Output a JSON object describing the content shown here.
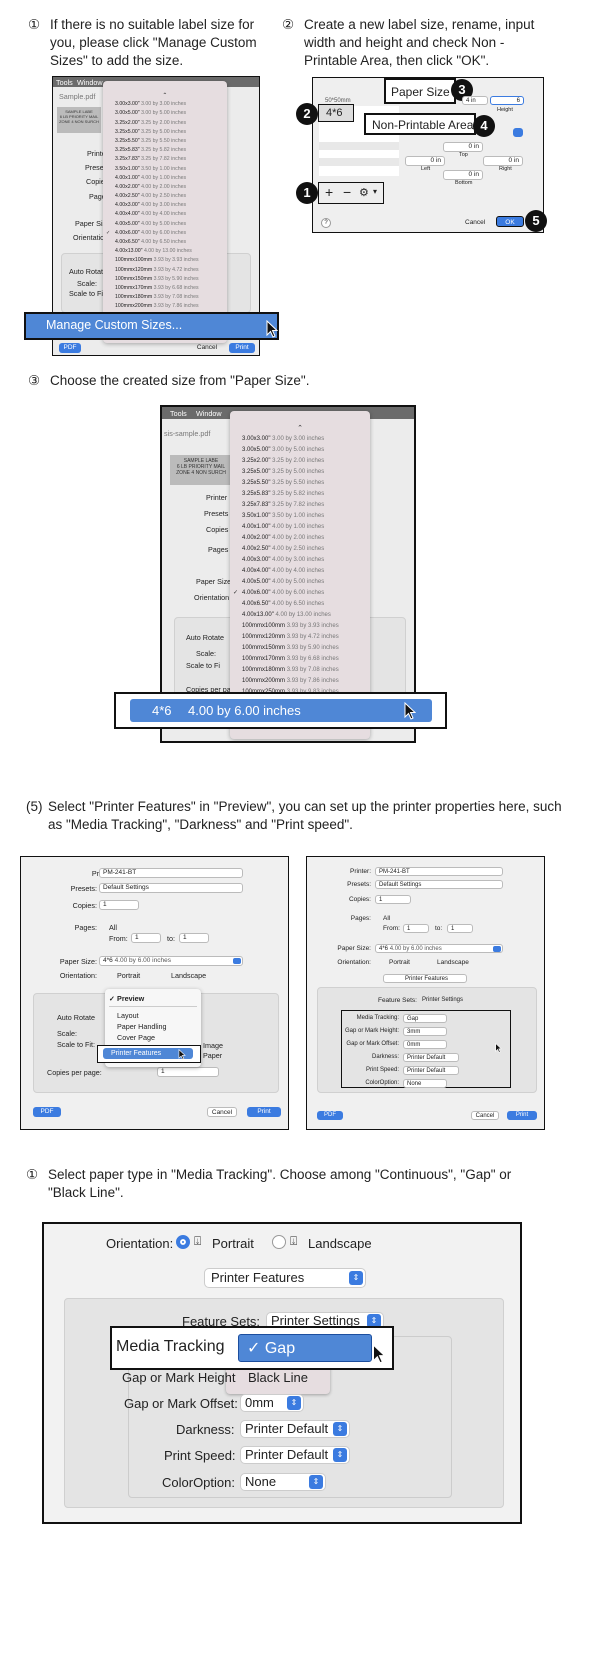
{
  "steps": {
    "s1": {
      "num": "①",
      "text": "If there is no suitable label size for you, please click \"Manage Custom Sizes\" to add the size."
    },
    "s2": {
      "num": "②",
      "text": "Create a new label size, rename, input width and height and check Non -Printable Area, then click \"OK\"."
    },
    "s3": {
      "num": "③",
      "text": "Choose the created size from \"Paper Size\"."
    },
    "s5": {
      "num": "(5)",
      "text": "Select \"Printer Features\" in \"Preview\", you can set up the printer properties here, such as \"Media Tracking\", \"Darkness\" and \"Print speed\"."
    },
    "s6": {
      "num": "①",
      "text": "Select paper type in \"Media Tracking\". Choose among \"Continuous\", \"Gap\" or \"Black Line\"."
    }
  },
  "menubar": {
    "tools": "Tools",
    "window": "Window"
  },
  "file_name": "Sample.pdf",
  "file_name2": "sis-sample.pdf",
  "label_preview": {
    "l1": "SAMPLE LABE",
    "l2": "6 LB PRIORITY MAIL",
    "l3": "ZONE 4 NON SURCH"
  },
  "paper_sizes": [
    {
      "name": "3.00x3.00\"",
      "desc": "3.00 by 3.00 inches"
    },
    {
      "name": "3.00x5.00\"",
      "desc": "3.00 by 5.00 inches"
    },
    {
      "name": "3.25x2.00\"",
      "desc": "3.25 by 2.00 inches"
    },
    {
      "name": "3.25x5.00\"",
      "desc": "3.25 by 5.00 inches"
    },
    {
      "name": "3.25x5.50\"",
      "desc": "3.25 by 5.50 inches"
    },
    {
      "name": "3.25x5.83\"",
      "desc": "3.25 by 5.82 inches"
    },
    {
      "name": "3.25x7.83\"",
      "desc": "3.25 by 7.82 inches"
    },
    {
      "name": "3.50x1.00\"",
      "desc": "3.50 by 1.00 inches"
    },
    {
      "name": "4.00x1.00\"",
      "desc": "4.00 by 1.00 inches"
    },
    {
      "name": "4.00x2.00\"",
      "desc": "4.00 by 2.00 inches"
    },
    {
      "name": "4.00x2.50\"",
      "desc": "4.00 by 2.50 inches"
    },
    {
      "name": "4.00x3.00\"",
      "desc": "4.00 by 3.00 inches"
    },
    {
      "name": "4.00x4.00\"",
      "desc": "4.00 by 4.00 inches"
    },
    {
      "name": "4.00x5.00\"",
      "desc": "4.00 by 5.00 inches"
    },
    {
      "name": "4.00x6.00\"",
      "desc": "4.00 by 6.00 inches"
    },
    {
      "name": "4.00x6.50\"",
      "desc": "4.00 by 6.50 inches"
    },
    {
      "name": "4.00x13.00\"",
      "desc": "4.00 by 13.00 inches"
    },
    {
      "name": "100mmx100mm",
      "desc": "3.93 by 3.93 inches"
    },
    {
      "name": "100mmx120mm",
      "desc": "3.93 by 4.72 inches"
    },
    {
      "name": "100mmx150mm",
      "desc": "3.93 by 5.90 inches"
    },
    {
      "name": "100mmx170mm",
      "desc": "3.93 by 6.68 inches"
    },
    {
      "name": "100mmx180mm",
      "desc": "3.93 by 7.08 inches"
    },
    {
      "name": "100mmx200mm",
      "desc": "3.93 by 7.86 inches"
    },
    {
      "name": "100mmx250mm",
      "desc": "3.93 by 9.83 inches"
    }
  ],
  "selected_mark": "✓",
  "manage_custom": "Manage Custom Sizes...",
  "dialog_labels": {
    "printer": "Printer",
    "presets": "Presets",
    "copies": "Copies",
    "pages": "Pages",
    "paper_size": "Paper Size",
    "orientation": "Orientation",
    "auto_rotate": "Auto Rotate",
    "scale": "Scale:",
    "scale_to_fit": "Scale to Fi",
    "copies_per_page": "Copies per pa"
  },
  "buttons": {
    "pdf": "PDF",
    "cancel": "Cancel",
    "print": "Print",
    "ok": "OK",
    "question": "?"
  },
  "custom": {
    "name_header": "50*50mm",
    "new_name": "4*6",
    "paper_size": "Paper Size",
    "width": "4 in",
    "height": "6",
    "height_label": "Height",
    "nonprint": "Non-Printable Area",
    "top": "Top",
    "left": "Left",
    "right": "Right",
    "bottom": "Bottom",
    "zero": "0 in",
    "plus": "+",
    "minus": "−"
  },
  "badges": {
    "b1": "1",
    "b2": "2",
    "b3": "3",
    "b4": "4",
    "b5": "5"
  },
  "created_size": {
    "name": "4*6",
    "desc": "4.00 by 6.00 inches"
  },
  "preview_dialog": {
    "printer_label": "Printer:",
    "printer": "PM-241-BT",
    "presets_label": "Presets:",
    "presets": "Default Settings",
    "copies_label": "Copies:",
    "copies": "1",
    "pages_label": "Pages:",
    "all": "All",
    "from": "From:",
    "from_val": "1",
    "to": "to:",
    "to_val": "1",
    "paper_size_label": "Paper Size:",
    "paper_size": "4*6",
    "paper_desc": "4.00 by 6.00 inches",
    "orientation_label": "Orientation:",
    "portrait": "Portrait",
    "landscape": "Landscape",
    "auto_rotate": "Auto Rotate",
    "scale": "Scale:",
    "scale_to_fit": "Scale to Fit:",
    "image": "Image",
    "paper": "Paper",
    "copies_per_page": "Copies per page:",
    "cpp": "1",
    "menu": [
      "Preview",
      "Layout",
      "Paper Handling",
      "Cover Page",
      "Printer Features"
    ]
  },
  "features": {
    "pane": "Printer Features",
    "feature_sets_label": "Feature Sets:",
    "feature_sets": "Printer Settings",
    "media_tracking_label": "Media Tracking:",
    "media_tracking": "Gap",
    "gap_height_label": "Gap or Mark Height:",
    "gap_height": "3mm",
    "gap_offset_label": "Gap or Mark Offset:",
    "gap_offset": "0mm",
    "darkness_label": "Darkness:",
    "darkness": "Printer Default",
    "speed_label": "Print Speed:",
    "speed": "Printer Default",
    "color_label": "ColorOption:",
    "color": "None"
  },
  "zoom": {
    "orientation": "Orientation:",
    "portrait": "Portrait",
    "landscape": "Landscape",
    "pane": "Printer Features",
    "feature_sets": "Feature Sets:",
    "printer_settings": "Printer Settings",
    "media_tracking": "Media Tracking",
    "gap": "✓ Gap",
    "black_line": "Black Line",
    "gap_height": "Gap or Mark Height",
    "gap_offset": "Gap or Mark Offset:",
    "gap_offset_val": "0mm",
    "darkness": "Darkness:",
    "darkness_val": "Printer Default",
    "speed": "Print Speed:",
    "speed_val": "Printer Default",
    "color": "ColorOption:",
    "color_val": "None"
  },
  "colors": {
    "accent": "#4f87d6",
    "popup": "#e6dde0"
  }
}
